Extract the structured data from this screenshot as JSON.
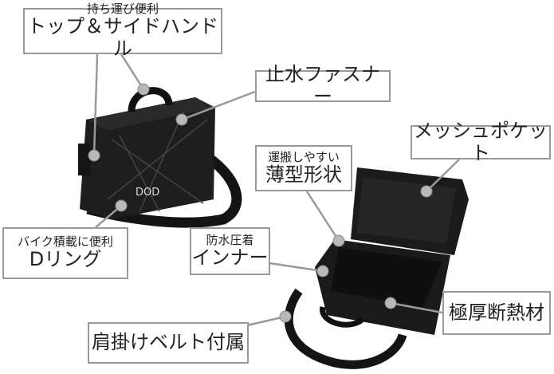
{
  "callouts": {
    "handle": {
      "sub": "持ち運び便利",
      "main": "トップ＆サイドハンドル"
    },
    "zipper": {
      "main": "止水ファスナー"
    },
    "mesh": {
      "main": "メッシュポケット"
    },
    "thin": {
      "sub": "運搬しやすい",
      "main": "薄型形状"
    },
    "dring": {
      "sub": "バイク積載に便利",
      "main": "Dリング"
    },
    "inner": {
      "sub": "防水圧着",
      "main": "インナー"
    },
    "insulation": {
      "main": "極厚断熱材"
    },
    "belt": {
      "main": "肩掛けベルト付属"
    }
  },
  "logo": "DOD",
  "colors": {
    "bag": "#1c1c1c",
    "line": "#9a9a9a",
    "dot": "#b5b5b5"
  }
}
